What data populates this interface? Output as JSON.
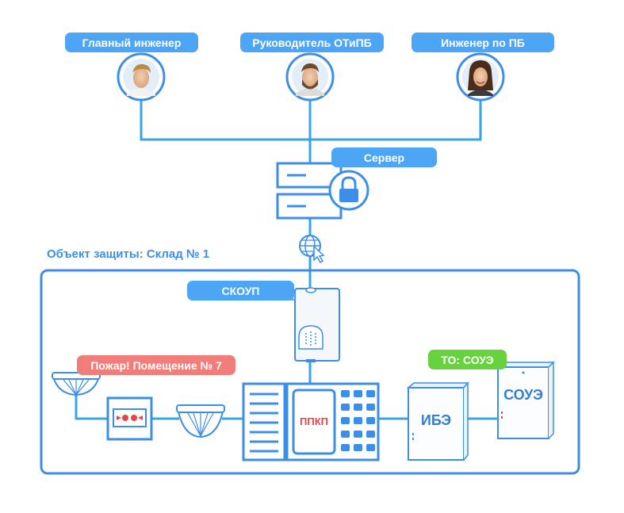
{
  "people": [
    {
      "role": "Главный инженер",
      "avatar": "man-avatar-1"
    },
    {
      "role": "Руководитель ОТиПБ",
      "avatar": "man-avatar-bearded"
    },
    {
      "role": "Инженер по ПБ",
      "avatar": "woman-avatar"
    }
  ],
  "server": {
    "label": "Сервер",
    "icon": "lock-icon"
  },
  "network": {
    "icon": "globe-cursor-icon"
  },
  "object": {
    "title": "Объект защиты: Склад № 1"
  },
  "skoup": {
    "label": "СКОУП"
  },
  "alerts": {
    "fire": "Пожар! Помещение № 7",
    "maintenance": "ТО: СОУЭ"
  },
  "devices": {
    "ppkp": "ППКП",
    "ibe": "ИБЭ",
    "soue": "СОУЭ"
  },
  "colors": {
    "accent": "#4da6f5",
    "line": "#35a4e8",
    "alarm": "#f07d7a",
    "ok": "#67d13e",
    "device_red": "#e8434a"
  }
}
